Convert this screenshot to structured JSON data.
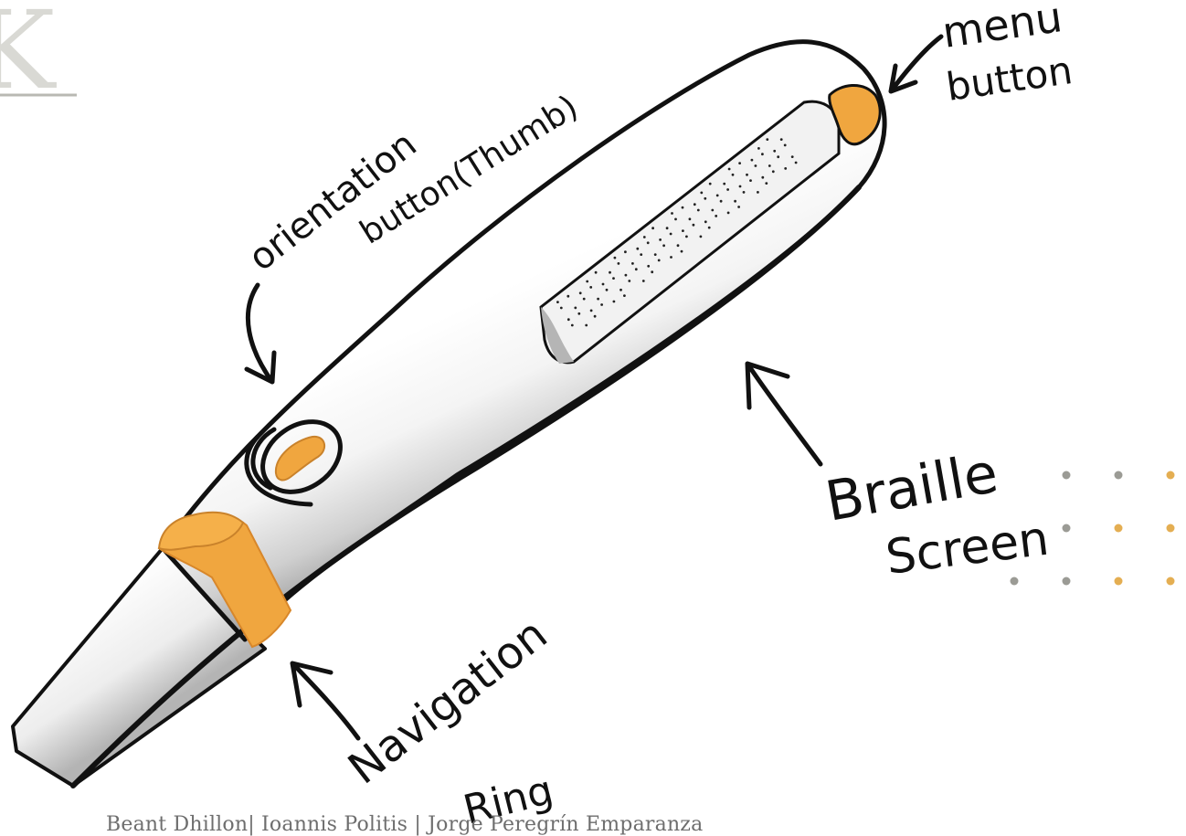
{
  "corner_mark": {
    "glyph": "K"
  },
  "labels": {
    "menu_line1": "menu",
    "menu_line2": "button",
    "orientation_line1": "orientation",
    "orientation_line2": "button(Thumb)",
    "braille_line1": "Braille",
    "braille_line2": "Screen",
    "navigation_line1": "Navigation",
    "navigation_line2": "Ring"
  },
  "credit": "Beant Dhillon| Ioannis Politis | Jorge Peregrín Emparanza",
  "colors": {
    "accent": "#F0A63F",
    "accent_dark": "#D8872A",
    "body_light": "#F7F7F7",
    "body_shade": "#B9B9B9",
    "outline": "#111111",
    "dot_gray": "#9B9B95",
    "dot_gold": "#E4AE52"
  },
  "decor_dots": [
    [
      "gray",
      "gray",
      "gold"
    ],
    [
      "gray",
      "gold",
      "gold"
    ],
    [
      "gray",
      "gray",
      "gold",
      "gold"
    ]
  ]
}
